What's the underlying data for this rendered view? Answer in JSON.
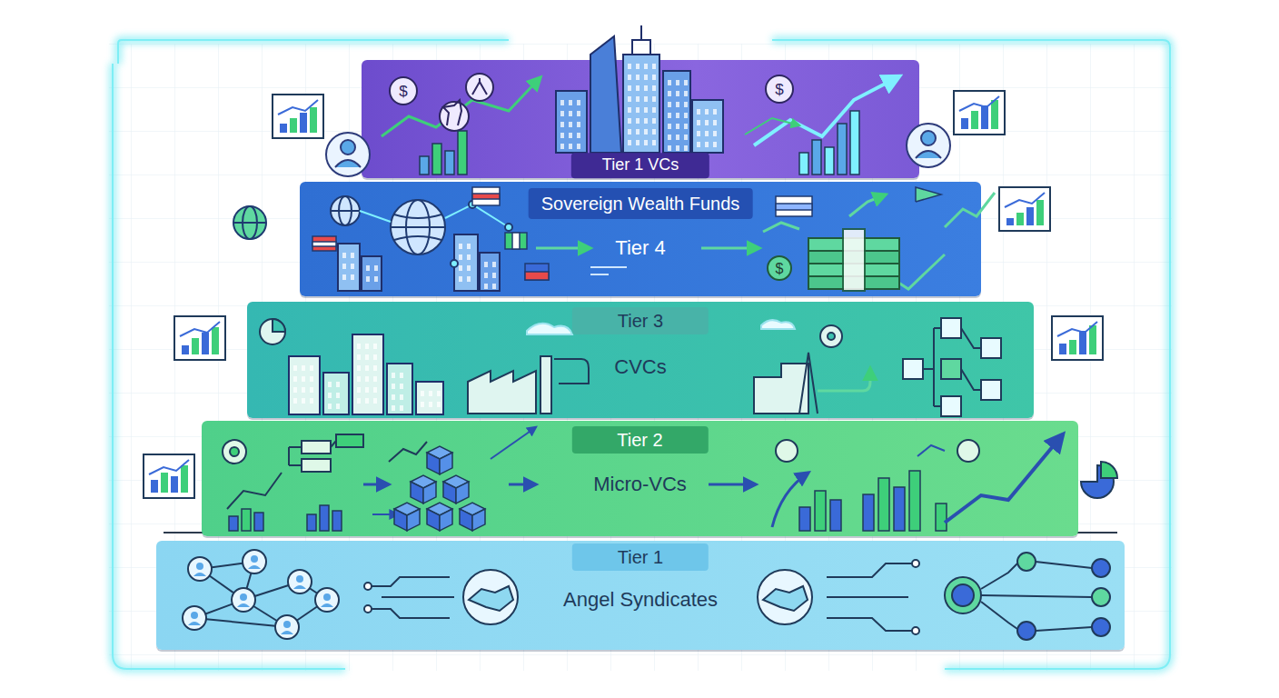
{
  "diagram": {
    "nodes": [
      {
        "text": [
          "Tier 1 VCs"
        ]
      },
      {
        "text": [
          "Sovereign Wealth Funds",
          "Tier 4"
        ]
      },
      {
        "text": [
          "Tier 3",
          "CVCs"
        ]
      },
      {
        "text": [
          "Tier 2",
          "Micro-VCs"
        ]
      },
      {
        "text": [
          "Tier 1",
          "Angel Syndicates"
        ]
      }
    ]
  }
}
